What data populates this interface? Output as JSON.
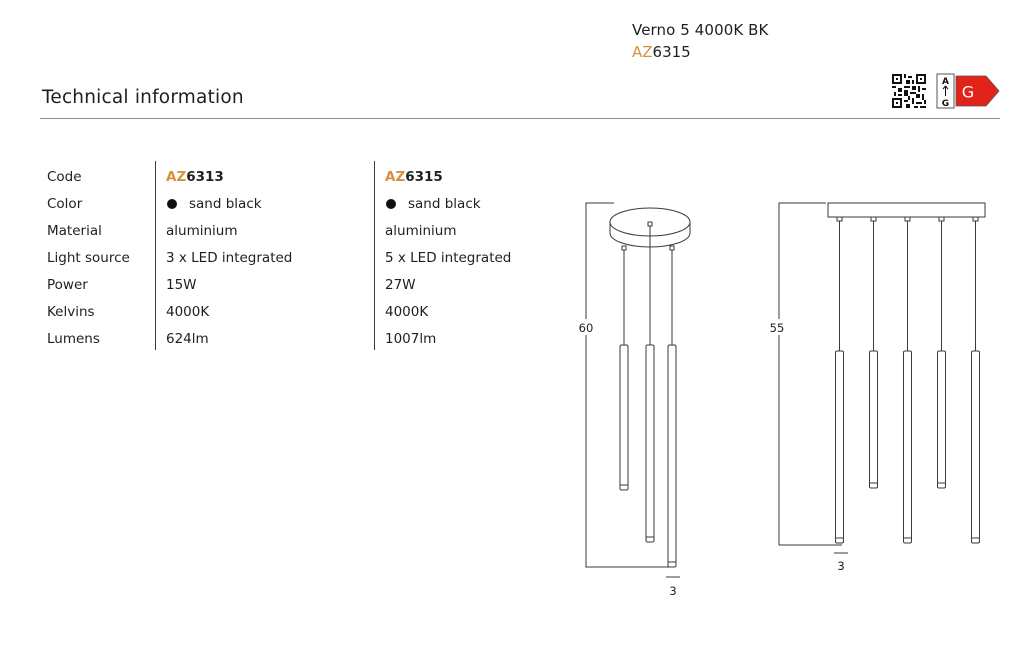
{
  "header": {
    "product_name": "Verno 5 4000K BK",
    "code_prefix": "AZ",
    "code_number": "6315"
  },
  "section": {
    "title": "Technical information"
  },
  "energy_label": {
    "scale_top": "A",
    "scale_bottom": "G",
    "class": "G",
    "color": "#e2231a"
  },
  "spec": {
    "labels": [
      "Code",
      "Color",
      "Material",
      "Light source",
      "Power",
      "Kelvins",
      "Lumens"
    ],
    "variants": [
      {
        "code_prefix": "AZ",
        "code_number": "6313",
        "color": "sand black",
        "material": "aluminium",
        "light_source": "3 x LED integrated",
        "power": "15W",
        "kelvins": "4000K",
        "lumens": "624lm"
      },
      {
        "code_prefix": "AZ",
        "code_number": "6315",
        "color": "sand black",
        "material": "aluminium",
        "light_source": "5 x LED integrated",
        "power": "27W",
        "kelvins": "4000K",
        "lumens": "1007lm"
      }
    ]
  },
  "drawings": {
    "round_canopy": {
      "height_label": "60",
      "width_label": "3"
    },
    "bar_canopy": {
      "height_label": "55",
      "width_label": "3"
    }
  },
  "colors": {
    "accent": "#d6913a",
    "line": "#3a3a3a"
  }
}
